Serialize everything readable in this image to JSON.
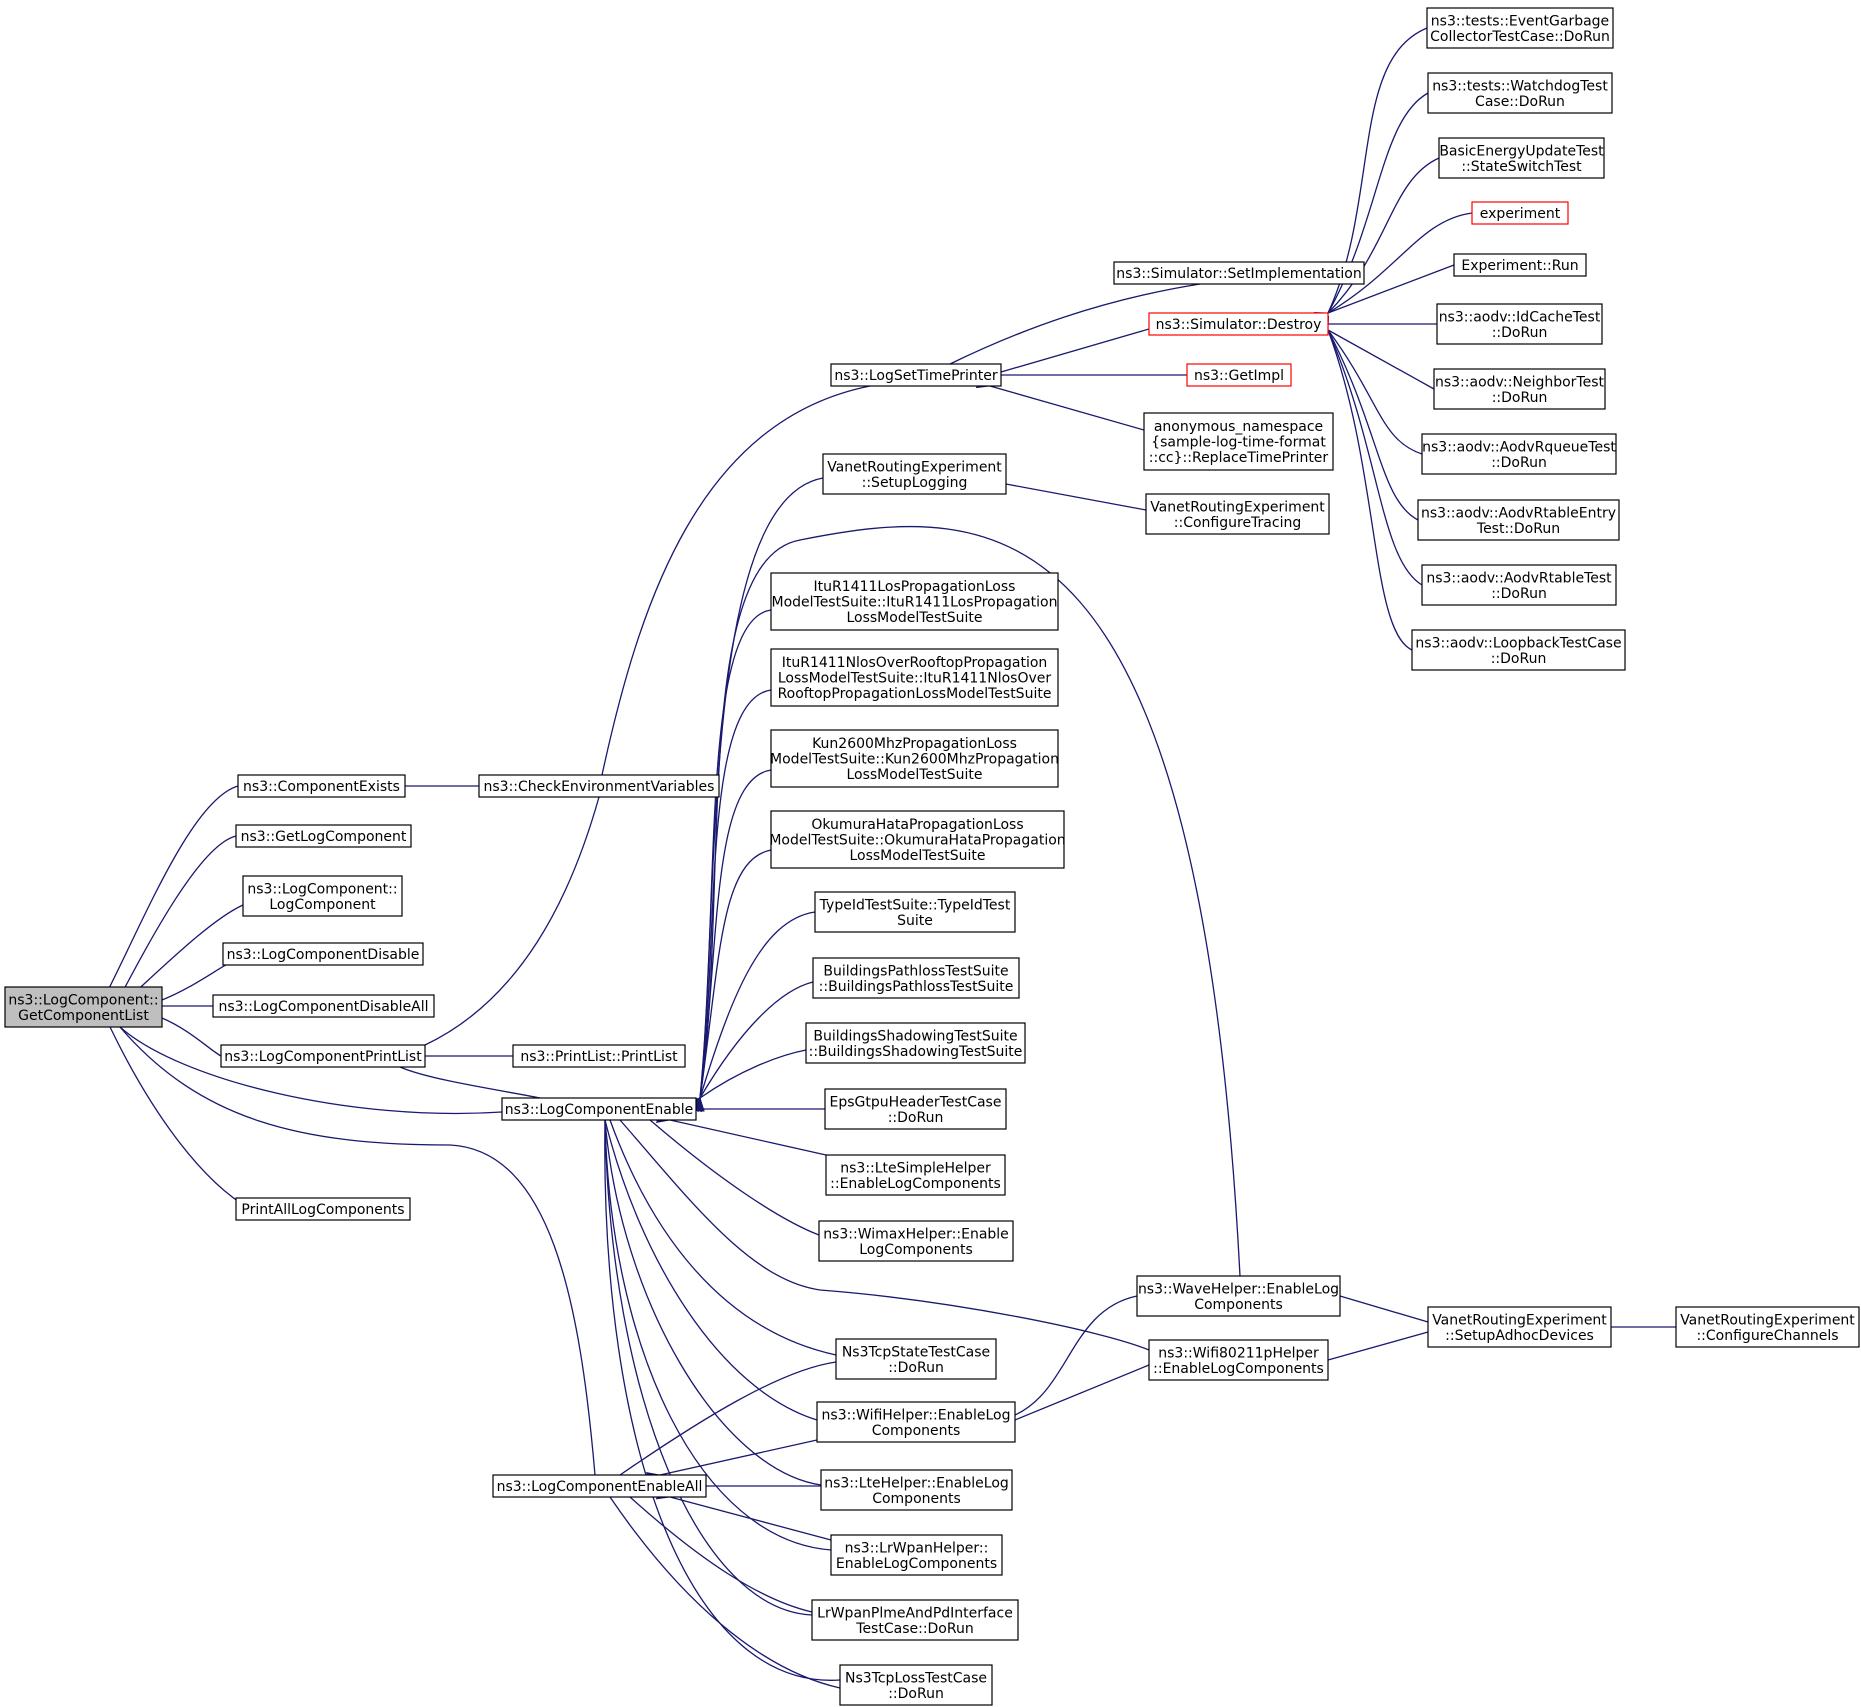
{
  "colors": {
    "edge": "#191970",
    "box": "#000000",
    "highlight_border": "#ff0000",
    "root_fill": "#bfbfbf",
    "node_fill": "#ffffff",
    "text": "#000000"
  },
  "nodes": {
    "root": {
      "lines": [
        "ns3::LogComponent::",
        "GetComponentList"
      ],
      "style": "root"
    },
    "componentExists": {
      "lines": [
        "ns3::ComponentExists"
      ]
    },
    "getLogComponent": {
      "lines": [
        "ns3::GetLogComponent"
      ]
    },
    "logComponentCtor": {
      "lines": [
        "ns3::LogComponent::",
        "LogComponent"
      ]
    },
    "logComponentDisable": {
      "lines": [
        "ns3::LogComponentDisable"
      ]
    },
    "logComponentDisableAll": {
      "lines": [
        "ns3::LogComponentDisableAll"
      ]
    },
    "logComponentPrintList": {
      "lines": [
        "ns3::LogComponentPrintList"
      ]
    },
    "printAllLogComponents": {
      "lines": [
        "PrintAllLogComponents"
      ]
    },
    "checkEnvVars": {
      "lines": [
        "ns3::CheckEnvironmentVariables"
      ]
    },
    "printListCtor": {
      "lines": [
        "ns3::PrintList::PrintList"
      ]
    },
    "logComponentEnable": {
      "lines": [
        "ns3::LogComponentEnable"
      ]
    },
    "logComponentEnableAll": {
      "lines": [
        "ns3::LogComponentEnableAll"
      ]
    },
    "logSetTimePrinter": {
      "lines": [
        "ns3::LogSetTimePrinter"
      ]
    },
    "vanetSetupLogging": {
      "lines": [
        "VanetRoutingExperiment",
        "::SetupLogging"
      ]
    },
    "ituLos": {
      "lines": [
        "ItuR1411LosPropagationLoss",
        "ModelTestSuite::ItuR1411LosPropagation",
        "LossModelTestSuite"
      ]
    },
    "ituNlos": {
      "lines": [
        "ItuR1411NlosOverRooftopPropagation",
        "LossModelTestSuite::ItuR1411NlosOver",
        "RooftopPropagationLossModelTestSuite"
      ]
    },
    "kun2600": {
      "lines": [
        "Kun2600MhzPropagationLoss",
        "ModelTestSuite::Kun2600MhzPropagation",
        "LossModelTestSuite"
      ]
    },
    "okumura": {
      "lines": [
        "OkumuraHataPropagationLoss",
        "ModelTestSuite::OkumuraHataPropagation",
        "LossModelTestSuite"
      ]
    },
    "typeIdSuite": {
      "lines": [
        "TypeIdTestSuite::TypeIdTest",
        "Suite"
      ]
    },
    "buildingsPathloss": {
      "lines": [
        "BuildingsPathlossTestSuite",
        "::BuildingsPathlossTestSuite"
      ]
    },
    "buildingsShadowing": {
      "lines": [
        "BuildingsShadowingTestSuite",
        "::BuildingsShadowingTestSuite"
      ]
    },
    "epsGtpu": {
      "lines": [
        "EpsGtpuHeaderTestCase",
        "::DoRun"
      ]
    },
    "lteSimpleHelper": {
      "lines": [
        "ns3::LteSimpleHelper",
        "::EnableLogComponents"
      ]
    },
    "wimaxHelper": {
      "lines": [
        "ns3::WimaxHelper::Enable",
        "LogComponents"
      ]
    },
    "ns3TcpState": {
      "lines": [
        "Ns3TcpStateTestCase",
        "::DoRun"
      ]
    },
    "wifiHelper": {
      "lines": [
        "ns3::WifiHelper::EnableLog",
        "Components"
      ]
    },
    "lteHelper": {
      "lines": [
        "ns3::LteHelper::EnableLog",
        "Components"
      ]
    },
    "lrWpanHelper": {
      "lines": [
        "ns3::LrWpanHelper::",
        "EnableLogComponents"
      ]
    },
    "lrWpanPlme": {
      "lines": [
        "LrWpanPlmeAndPdInterface",
        "TestCase::DoRun"
      ]
    },
    "ns3TcpLoss": {
      "lines": [
        "Ns3TcpLossTestCase",
        "::DoRun"
      ]
    },
    "simSetImpl": {
      "lines": [
        "ns3::Simulator::SetImplementation"
      ]
    },
    "simDestroy": {
      "lines": [
        "ns3::Simulator::Destroy"
      ],
      "style": "highlight"
    },
    "getImpl": {
      "lines": [
        "ns3::GetImpl"
      ],
      "style": "highlight"
    },
    "anonReplace": {
      "lines": [
        "anonymous_namespace",
        "{sample-log-time-format",
        "::cc}::ReplaceTimePrinter"
      ]
    },
    "vanetConfigTracing": {
      "lines": [
        "VanetRoutingExperiment",
        "::ConfigureTracing"
      ]
    },
    "waveHelper": {
      "lines": [
        "ns3::WaveHelper::EnableLog",
        "Components"
      ]
    },
    "wifi80211p": {
      "lines": [
        "ns3::Wifi80211pHelper",
        "::EnableLogComponents"
      ]
    },
    "vanetSetupAdhoc": {
      "lines": [
        "VanetRoutingExperiment",
        "::SetupAdhocDevices"
      ]
    },
    "vanetConfigChannels": {
      "lines": [
        "VanetRoutingExperiment",
        "::ConfigureChannels"
      ]
    },
    "eventGarbage": {
      "lines": [
        "ns3::tests::EventGarbage",
        "CollectorTestCase::DoRun"
      ]
    },
    "watchdog": {
      "lines": [
        "ns3::tests::WatchdogTest",
        "Case::DoRun"
      ]
    },
    "basicEnergy": {
      "lines": [
        "BasicEnergyUpdateTest",
        "::StateSwitchTest"
      ]
    },
    "experiment": {
      "lines": [
        "experiment"
      ],
      "style": "highlight"
    },
    "experimentRun": {
      "lines": [
        "Experiment::Run"
      ]
    },
    "aodvIdCache": {
      "lines": [
        "ns3::aodv::IdCacheTest",
        "::DoRun"
      ]
    },
    "aodvNeighbor": {
      "lines": [
        "ns3::aodv::NeighborTest",
        "::DoRun"
      ]
    },
    "aodvRqueue": {
      "lines": [
        "ns3::aodv::AodvRqueueTest",
        "::DoRun"
      ]
    },
    "aodvRtableEntry": {
      "lines": [
        "ns3::aodv::AodvRtableEntry",
        "Test::DoRun"
      ]
    },
    "aodvRtable": {
      "lines": [
        "ns3::aodv::AodvRtableTest",
        "::DoRun"
      ]
    },
    "aodvLoopback": {
      "lines": [
        "ns3::aodv::LoopbackTestCase",
        "::DoRun"
      ]
    }
  }
}
